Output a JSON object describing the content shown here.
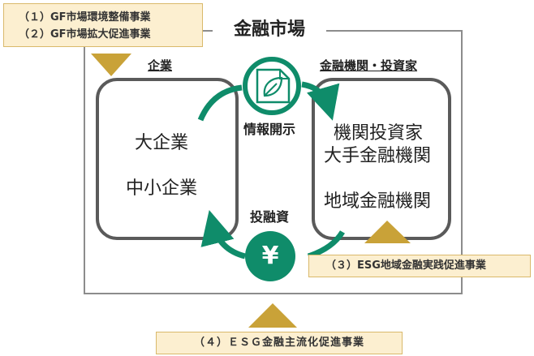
{
  "market": {
    "title": "金融市場"
  },
  "left": {
    "heading": "企業",
    "line1": "大企業",
    "line2": "中小企業"
  },
  "right": {
    "heading": "金融機関・投資家",
    "line1": "機関投資家",
    "line2": "大手金融機関",
    "line3": "地域金融機関"
  },
  "flows": {
    "top_label": "情報開示",
    "bottom_label": "投融資",
    "bottom_symbol": "¥"
  },
  "programs": {
    "p1": "（１）GF市場環境整備事業",
    "p2": "（２）GF市場拡大促進事業",
    "p3": "（３）ESG地域金融実践促進事業",
    "p4": "（４）ＥＳＧ金融主流化促進事業"
  },
  "colors": {
    "green": "#0f8c6a",
    "gold": "#c9a238",
    "tag_bg": "#fcefd0",
    "box_border": "#5a5a5a"
  },
  "icons": {
    "top": "leaf-document-icon",
    "bottom": "yen-coin-icon"
  }
}
